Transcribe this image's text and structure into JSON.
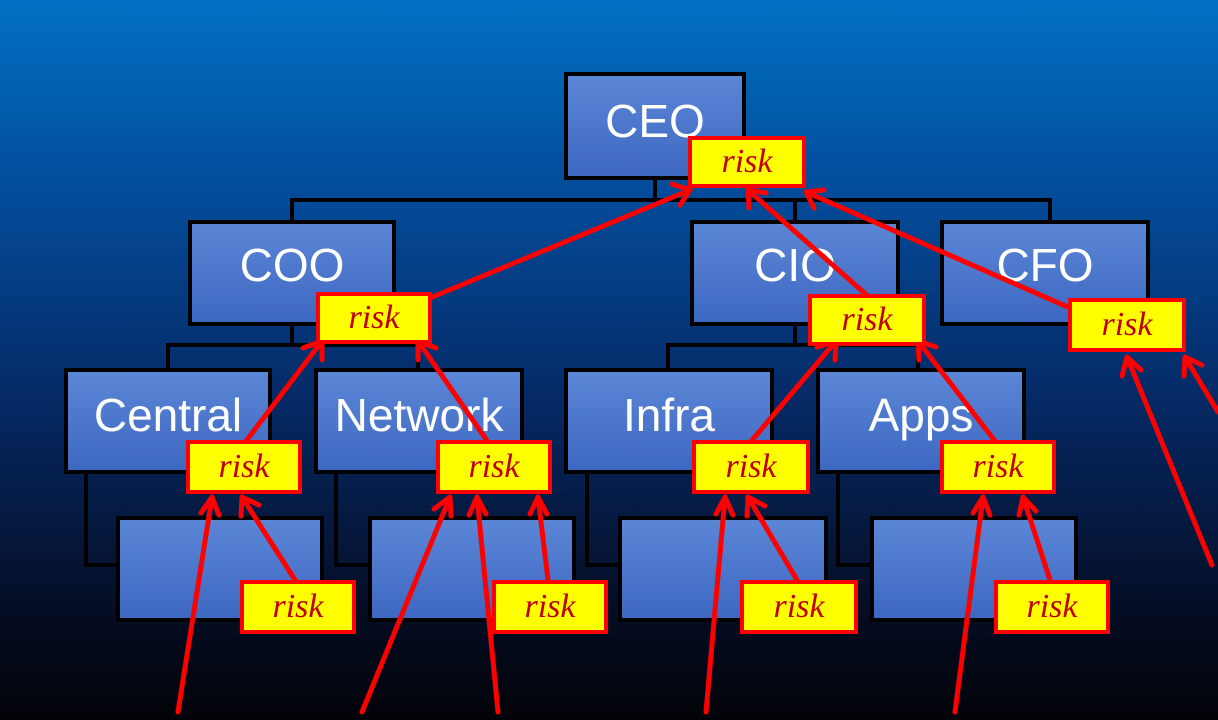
{
  "nodes": {
    "ceo": "CEO",
    "coo": "COO",
    "cio": "CIO",
    "cfo": "CFO",
    "central": "Central",
    "network": "Network",
    "infra": "Infra",
    "apps": "Apps"
  },
  "risk_label": "risk",
  "colors": {
    "box_fill": "#4a75cc",
    "box_border": "#000000",
    "risk_fill": "#ffff00",
    "risk_border": "#ff0000",
    "risk_text": "#c00000",
    "arrow": "#ff0000",
    "text": "#ffffff"
  }
}
